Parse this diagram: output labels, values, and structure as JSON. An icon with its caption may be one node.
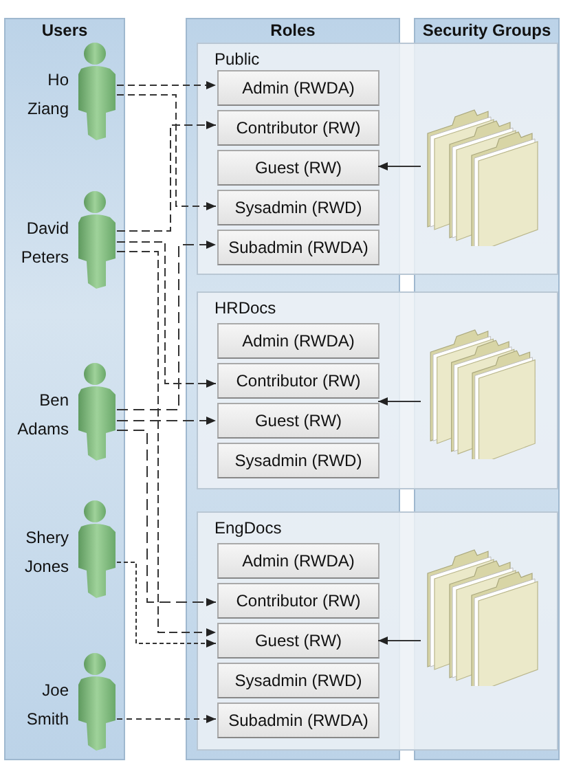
{
  "diagram": {
    "nodes": [
      {
        "text": [
          "Public"
        ]
      },
      {
        "text": [
          "Admin (RWDA)"
        ],
        "in": 0
      },
      {
        "text": [
          "Contributor (RW)"
        ],
        "in": 0
      },
      {
        "text": [
          "Guest (RW)"
        ],
        "in": 0
      },
      {
        "text": [
          "Sysadmin (RWD)"
        ],
        "in": 0
      },
      {
        "text": [
          "Subadmin (RWDA)"
        ],
        "in": 0
      },
      {
        "text": [
          "HRDocs"
        ]
      },
      {
        "text": [
          "Admin (RWDA)"
        ],
        "in": 6
      },
      {
        "text": [
          "Contributor (RW)"
        ],
        "in": 6
      },
      {
        "text": [
          "Guest (RW)"
        ],
        "in": 6
      },
      {
        "text": [
          "Sysadmin (RWD)"
        ],
        "in": 6
      },
      {
        "text": [
          "EngDocs"
        ]
      },
      {
        "text": [
          "Admin (RWDA)"
        ],
        "in": 11
      },
      {
        "text": [
          "Contributor (RW)"
        ],
        "in": 11
      },
      {
        "text": [
          "Guest (RW)"
        ],
        "in": 11
      },
      {
        "text": [
          "Sysadmin (RWD)"
        ],
        "in": 11
      },
      {
        "text": [
          "Subadmin (RWDA)"
        ],
        "in": 11
      },
      {
        "text": [
          "Ho Ziang"
        ]
      },
      {
        "text": [
          "David Peters"
        ]
      },
      {
        "text": [
          "Ben Adams"
        ]
      },
      {
        "text": [
          "Shery Jones"
        ]
      },
      {
        "text": [
          "Joe Smith"
        ]
      },
      {
        "text": [],
        "shape": "folder",
        "in": 0
      },
      {
        "text": [],
        "shape": "folder",
        "in": 6
      },
      {
        "text": [],
        "shape": "folder",
        "in": 11
      }
    ],
    "edges": [
      {
        "from": 17,
        "to": 1,
        "arrow": "to",
        "style": "dashed"
      },
      {
        "from": 17,
        "to": 4,
        "arrow": "to",
        "style": "dashed"
      },
      {
        "from": 18,
        "to": 2,
        "arrow": "to",
        "style": "dashed"
      },
      {
        "from": 18,
        "to": 8,
        "arrow": "to",
        "style": "dashed"
      },
      {
        "from": 18,
        "to": 14,
        "arrow": "to",
        "style": "dashed"
      },
      {
        "from": 19,
        "to": 5,
        "arrow": "to",
        "style": "dashed"
      },
      {
        "from": 19,
        "to": 9,
        "arrow": "to",
        "style": "dashed"
      },
      {
        "from": 19,
        "to": 13,
        "arrow": "to",
        "style": "dashed"
      },
      {
        "from": 20,
        "to": 14,
        "arrow": "to",
        "style": "dashed"
      },
      {
        "from": 21,
        "to": 16,
        "arrow": "to",
        "style": "dashed"
      },
      {
        "from": 22,
        "to": 3,
        "arrow": "to"
      },
      {
        "from": 23,
        "to": 9,
        "arrow": "to"
      },
      {
        "from": 24,
        "to": 14,
        "arrow": "to"
      }
    ],
    "labels": [
      "Users",
      "Roles",
      "Security Groups"
    ]
  }
}
